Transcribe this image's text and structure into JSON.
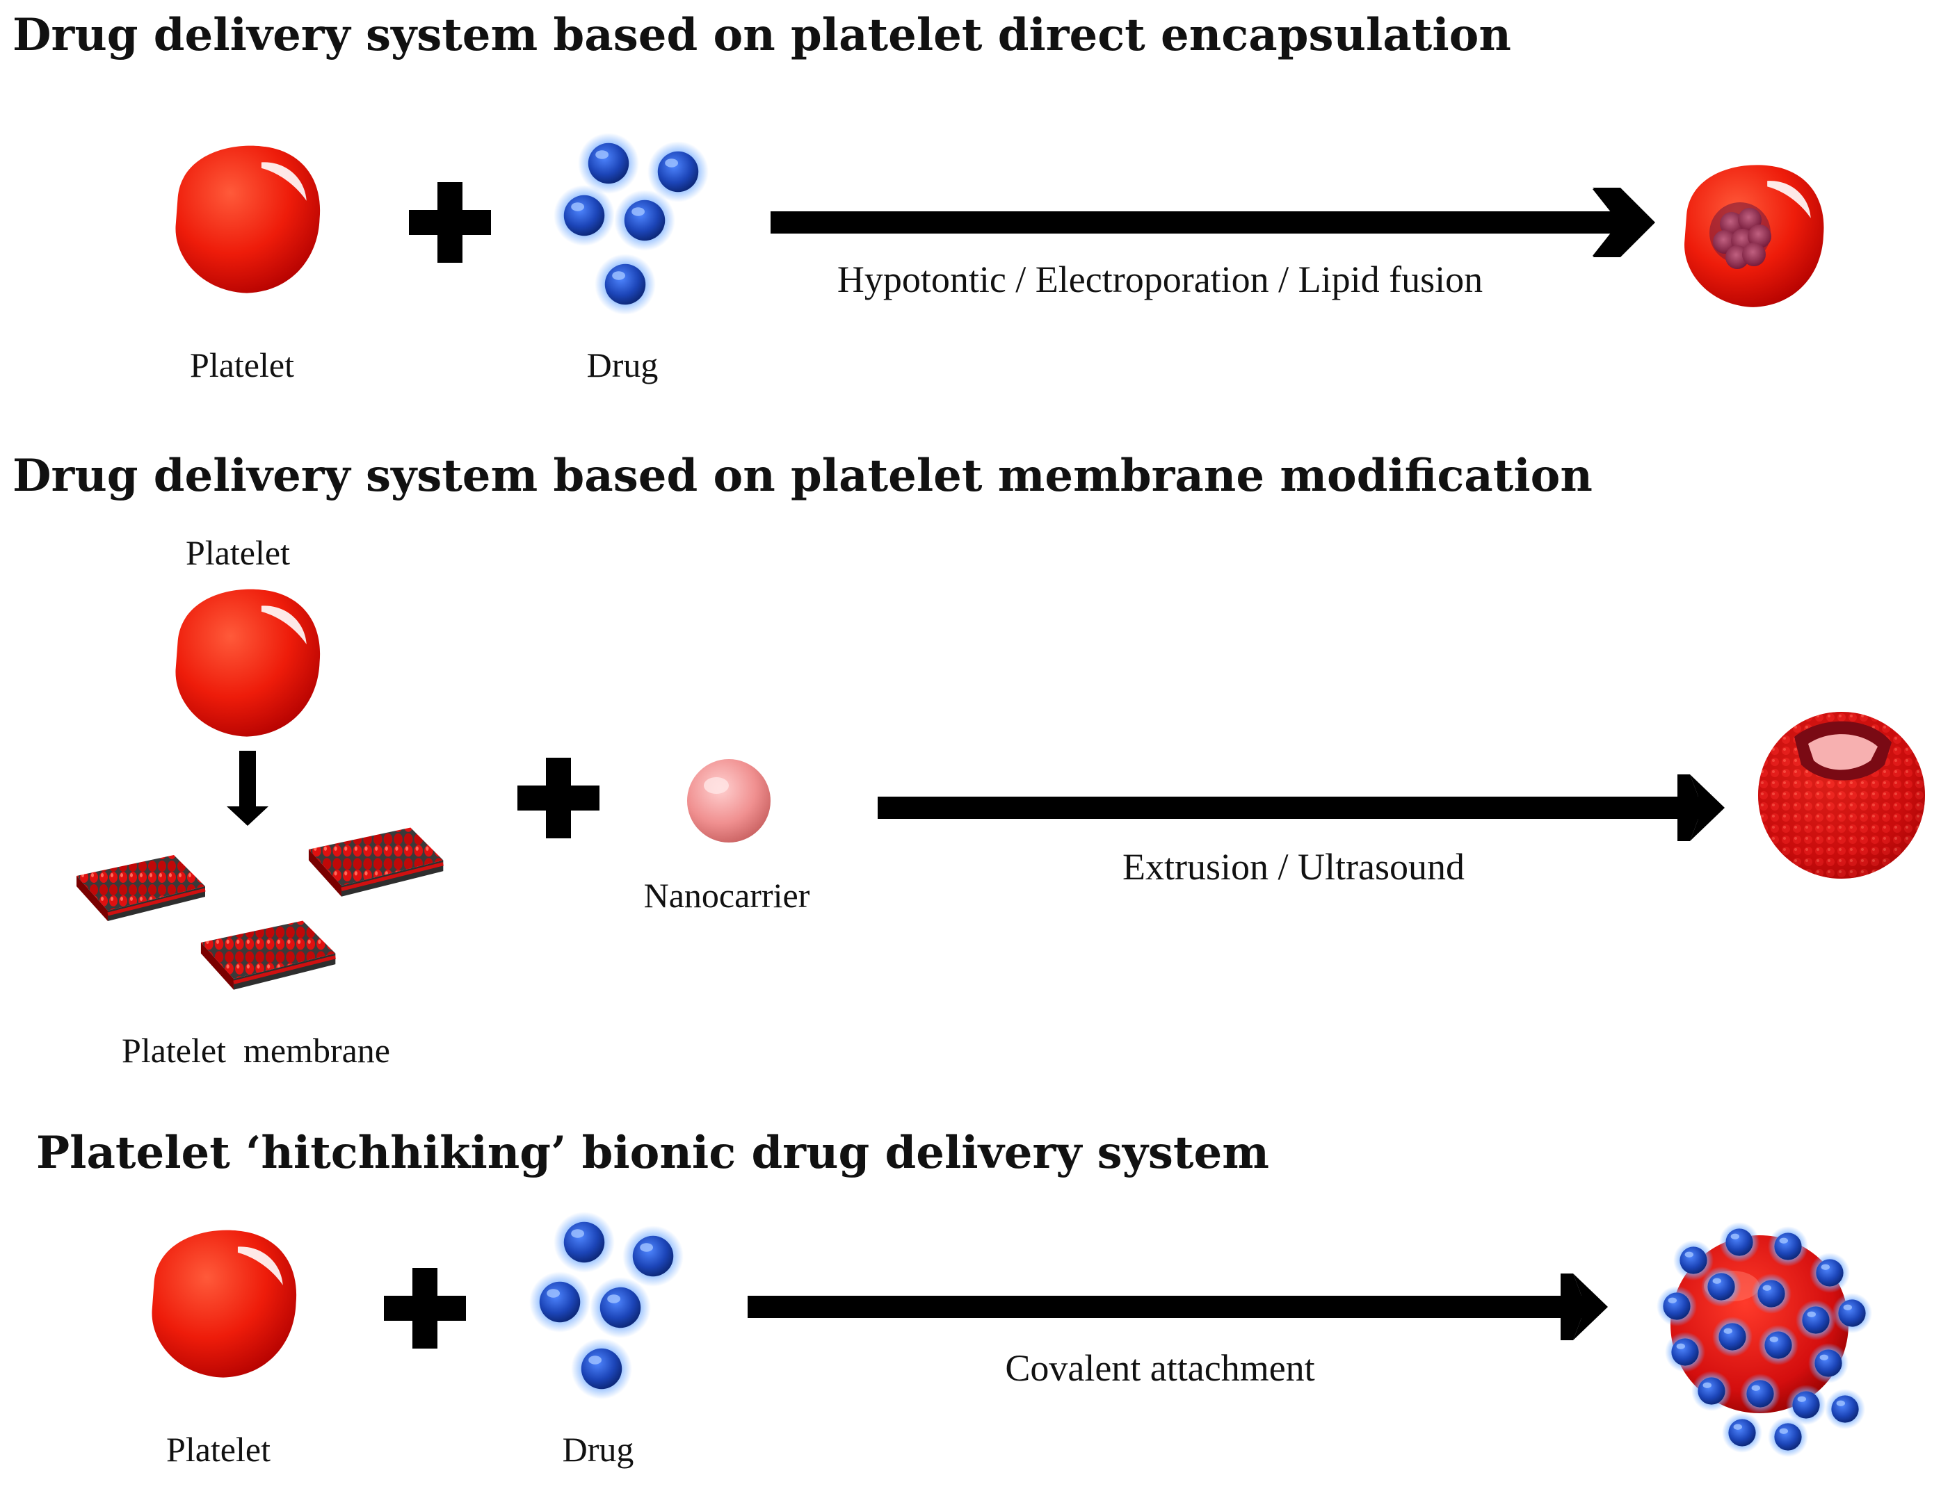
{
  "sections": [
    {
      "title": "Drug delivery system based on platelet direct encapsulation",
      "platelet_label": "Platelet",
      "drug_label": "Drug",
      "method_label": "Hypotontic / Electroporation / Lipid fusion"
    },
    {
      "title": "Drug delivery system based on platelet membrane modification",
      "platelet_label": "Platelet",
      "membrane_label": "Platelet  membrane",
      "nanocarrier_label": "Nanocarrier",
      "method_label": "Extrusion / Ultrasound"
    },
    {
      "title": "Platelet ‘hitchhiking’ bionic drug delivery system",
      "platelet_label": "Platelet",
      "drug_label": "Drug",
      "method_label": "Covalent attachment"
    }
  ],
  "colors": {
    "platelet_red": "#e8180a",
    "platelet_dark": "#a80000",
    "drug_blue": "#1f4fc0",
    "drug_glow": "#6fa6ff",
    "nanocarrier_pink": "#f4a3a3",
    "arrow": "#000000"
  }
}
